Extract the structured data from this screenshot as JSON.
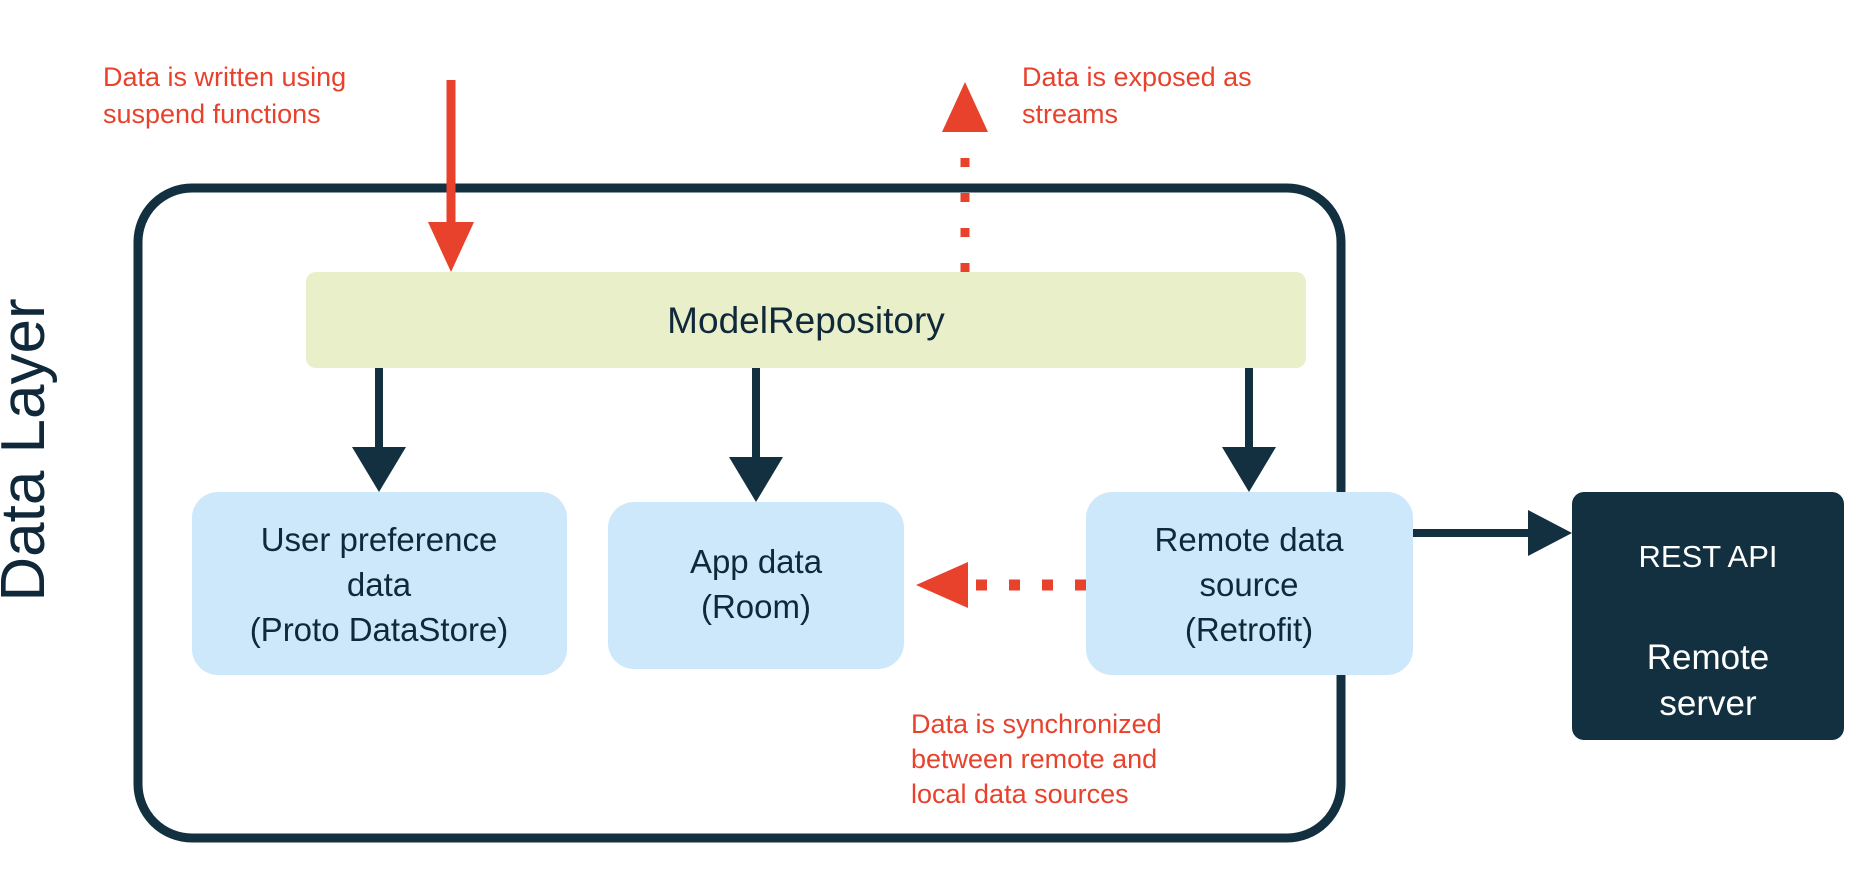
{
  "diagram": {
    "layer_label": "Data Layer",
    "container": {
      "name": "data-layer-container",
      "border_color": "#12303f"
    },
    "repository": {
      "label": "ModelRepository",
      "fill": "#e9efc8",
      "text_color": "#10293a"
    },
    "data_sources": [
      {
        "id": "user-preference-data",
        "lines": [
          "User preference",
          "data",
          "(Proto DataStore)"
        ],
        "fill": "#cce8fa"
      },
      {
        "id": "app-data",
        "lines": [
          "App data",
          "(Room)"
        ],
        "fill": "#cce8fa"
      },
      {
        "id": "remote-data-source",
        "lines": [
          "Remote data",
          "source",
          "(Retrofit)"
        ],
        "fill": "#cce8fa"
      }
    ],
    "remote_server": {
      "id": "remote-server-box",
      "title": "REST API",
      "subtitle_lines": [
        "Remote",
        "server"
      ],
      "fill": "#12303f",
      "text_color": "#ffffff"
    },
    "annotations": [
      {
        "id": "write-annotation",
        "lines": [
          "Data is written using",
          "suspend functions"
        ],
        "color": "#e8412c"
      },
      {
        "id": "stream-annotation",
        "lines": [
          "Data is exposed as",
          "streams"
        ],
        "color": "#e8412c"
      },
      {
        "id": "sync-annotation",
        "lines": [
          "Data is synchronized",
          "between remote and",
          "local data sources"
        ],
        "color": "#e8412c"
      }
    ],
    "arrows": [
      {
        "id": "write-arrow",
        "style": "solid",
        "color": "#e8412c",
        "direction": "down"
      },
      {
        "id": "stream-arrow",
        "style": "dotted",
        "color": "#e8412c",
        "direction": "up"
      },
      {
        "id": "repo-to-user-preference-arrow",
        "style": "solid",
        "color": "#12303f",
        "direction": "down"
      },
      {
        "id": "repo-to-app-data-arrow",
        "style": "solid",
        "color": "#12303f",
        "direction": "down"
      },
      {
        "id": "repo-to-remote-source-arrow",
        "style": "solid",
        "color": "#12303f",
        "direction": "down"
      },
      {
        "id": "sync-arrow",
        "style": "dotted",
        "color": "#e8412c",
        "direction": "left"
      },
      {
        "id": "remote-source-to-server-arrow",
        "style": "solid",
        "color": "#12303f",
        "direction": "right"
      }
    ]
  }
}
